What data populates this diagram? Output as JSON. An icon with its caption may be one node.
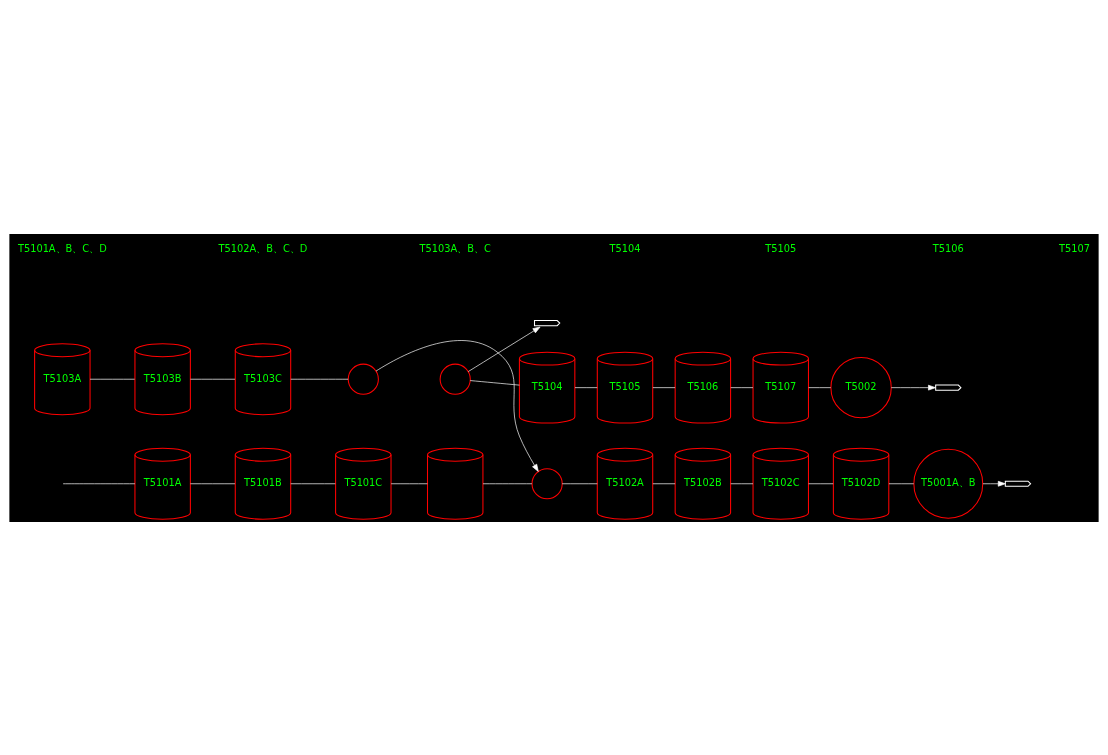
{
  "diagram": {
    "nodes": [
      {
        "text": [
          "T5101A"
        ]
      },
      {
        "text": [
          "T5101B"
        ]
      },
      {
        "text": [
          "T5101C"
        ]
      },
      {
        "text": [],
        "shape": "cylinder"
      },
      {
        "text": [],
        "shape": "circle"
      },
      {
        "text": [
          "T5102A"
        ]
      },
      {
        "text": [
          "T5102B"
        ]
      },
      {
        "text": [
          "T5102C"
        ]
      },
      {
        "text": [
          "T5102D"
        ]
      },
      {
        "text": [
          "T5001A、B"
        ]
      },
      {
        "text": [
          "T5103A"
        ]
      },
      {
        "text": [
          "T5103B"
        ]
      },
      {
        "text": [
          "T5103C"
        ]
      },
      {
        "text": [],
        "shape": "circle"
      },
      {
        "text": [],
        "shape": "circle"
      },
      {
        "text": [
          "T5104"
        ]
      },
      {
        "text": [
          "T5105"
        ]
      },
      {
        "text": [
          "T5106"
        ]
      },
      {
        "text": [
          "T5107"
        ]
      },
      {
        "text": [
          "T5002"
        ]
      }
    ],
    "edges": [
      {
        "from": null,
        "to": 0,
        "arrow": "none"
      },
      {
        "from": 0,
        "to": 1,
        "arrow": "none"
      },
      {
        "from": 1,
        "to": 2,
        "arrow": "none"
      },
      {
        "from": 2,
        "to": 3,
        "arrow": "none"
      },
      {
        "from": 3,
        "to": 4,
        "arrow": "none"
      },
      {
        "from": 4,
        "to": 5,
        "arrow": "none"
      },
      {
        "from": 5,
        "to": 6,
        "arrow": "none"
      },
      {
        "from": 6,
        "to": 7,
        "arrow": "none"
      },
      {
        "from": 7,
        "to": 8,
        "arrow": "none"
      },
      {
        "from": 8,
        "to": 9,
        "arrow": "none"
      },
      {
        "from": 9,
        "to": null,
        "arrow": "to"
      },
      {
        "from": 10,
        "to": 11,
        "arrow": "none"
      },
      {
        "from": 11,
        "to": 12,
        "arrow": "none"
      },
      {
        "from": 12,
        "to": 13,
        "arrow": "none"
      },
      {
        "from": 13,
        "to": 4,
        "arrow": "to"
      },
      {
        "from": 14,
        "to": 15,
        "arrow": "none"
      },
      {
        "from": 15,
        "to": 16,
        "arrow": "none"
      },
      {
        "from": 16,
        "to": 17,
        "arrow": "none"
      },
      {
        "from": 17,
        "to": 18,
        "arrow": "none"
      },
      {
        "from": 18,
        "to": 19,
        "arrow": "none"
      },
      {
        "from": 19,
        "to": null,
        "arrow": "to"
      },
      {
        "from": 14,
        "to": null,
        "arrow": "to"
      }
    ],
    "labels": [
      "T5101A、B、C、D",
      "T5102A、B、C、D",
      "T5103A、B、C",
      "T5104",
      "T5105",
      "T5106",
      "T5107"
    ]
  }
}
